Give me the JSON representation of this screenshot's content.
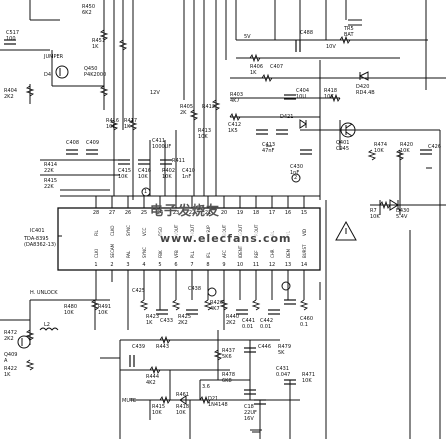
{
  "labels": {
    "c517": "C517\n100",
    "r450": "R450\n6K2",
    "r451": "R451\n1K",
    "jumper": "JUMPER",
    "r404": "R404\n2K2",
    "d4": "D4",
    "q450": "Q450\nP4K2000",
    "c408": "C408",
    "c409": "C409",
    "r414": "R414\n22K",
    "r415": "R415\n22K",
    "r413": "R413\n10K",
    "r412": "R412",
    "r416": "R416\n10K",
    "r417": "R417\n1K",
    "c411": "C411\n1000UF",
    "c415": "C415\n10K",
    "c416": "C416\n10K",
    "r402": "R402\n10K",
    "r405": "R405\n2K",
    "r411": "R411",
    "c410": "C410\n1nF",
    "v12": "12V",
    "v5": "5V",
    "c488": "C488",
    "r406": "R406\n1K",
    "c407": "C407",
    "c404": "C404\n10U",
    "r403": "R403\n4K7",
    "c412": "C412\n1K5",
    "d421": "D421",
    "c413": "C413\n47nF",
    "r418": "R418\n10K",
    "d420": "D420\nRD4.4B",
    "q401": "Q401\nC945",
    "r474": "R474\n10K",
    "r420": "R420\n10K",
    "c426": "C426",
    "tr5": "TR5\nBAT",
    "c430": "C430\n1nF",
    "v10": "10V",
    "r7": "R7\n10K",
    "d430": "D430\n5.4V",
    "ic401": "IC401",
    "ic_part": "TDA-8395\n(DA8362-13)",
    "n_unlock": "H. UNLOCK",
    "r480": "R480\n10K",
    "r491": "R491\n10K",
    "l2": "L2",
    "r472": "R472\n2K2",
    "q409": "Q409\nA",
    "c425": "C425",
    "r422": "R422\n1K",
    "r423": "R423\n1K",
    "c433": "C433",
    "r425": "R425\n2K2",
    "r426": "R426\n4K7",
    "c438": "C438",
    "r440": "R440\n2K2",
    "c441": "C441\n0.01",
    "c442": "C442\n0.01",
    "r437": "R437\n5K6",
    "c460": "C460\n0.1",
    "r471": "R471\n10K",
    "c439": "C439",
    "r443": "R443",
    "r444": "R444\n4K2",
    "r478": "R478\n6K8",
    "c446": "C446",
    "r479": "R479\n5K",
    "c431": "C431\n0.047",
    "r461": "R461",
    "v26": "3.6",
    "mute": "MUTE",
    "r415b": "R415\n10K",
    "r418b": "R418\n10K",
    "d21": "D21\n1N4148",
    "c18": "C18\n22UF\n16V",
    "m1": "1",
    "m2": "2"
  },
  "ic": {
    "top_pins": [
      "28",
      "27",
      "26",
      "25",
      "24",
      "23",
      "22",
      "21",
      "20",
      "19",
      "18",
      "17",
      "16",
      "15"
    ],
    "bottom_pins": [
      "1",
      "2",
      "3",
      "4",
      "5",
      "6",
      "7",
      "8",
      "9",
      "10",
      "11",
      "12",
      "13",
      "14"
    ],
    "top_names": [
      "FIL",
      "CLKO",
      "SYNC",
      "VCC",
      "BGO",
      "VOUT",
      "HOUT",
      "VSUP",
      "BOUT",
      "GOUT",
      "ROUT",
      "BL",
      "Y1",
      "VID"
    ],
    "bottom_names": [
      "CLKI",
      "SECAM",
      "PAL",
      "SYNC",
      "FBK",
      "VFB",
      "PLL",
      "IFL",
      "AFC",
      "IDENT",
      "REF",
      "CHR",
      "DEM",
      "BURST"
    ]
  },
  "watermark": {
    "line1": "电子发烧友",
    "line2": "www.elecfans.com"
  },
  "colors": {
    "ink": "#111111",
    "paper": "#ffffff",
    "watermark": "#6a6a6a"
  }
}
